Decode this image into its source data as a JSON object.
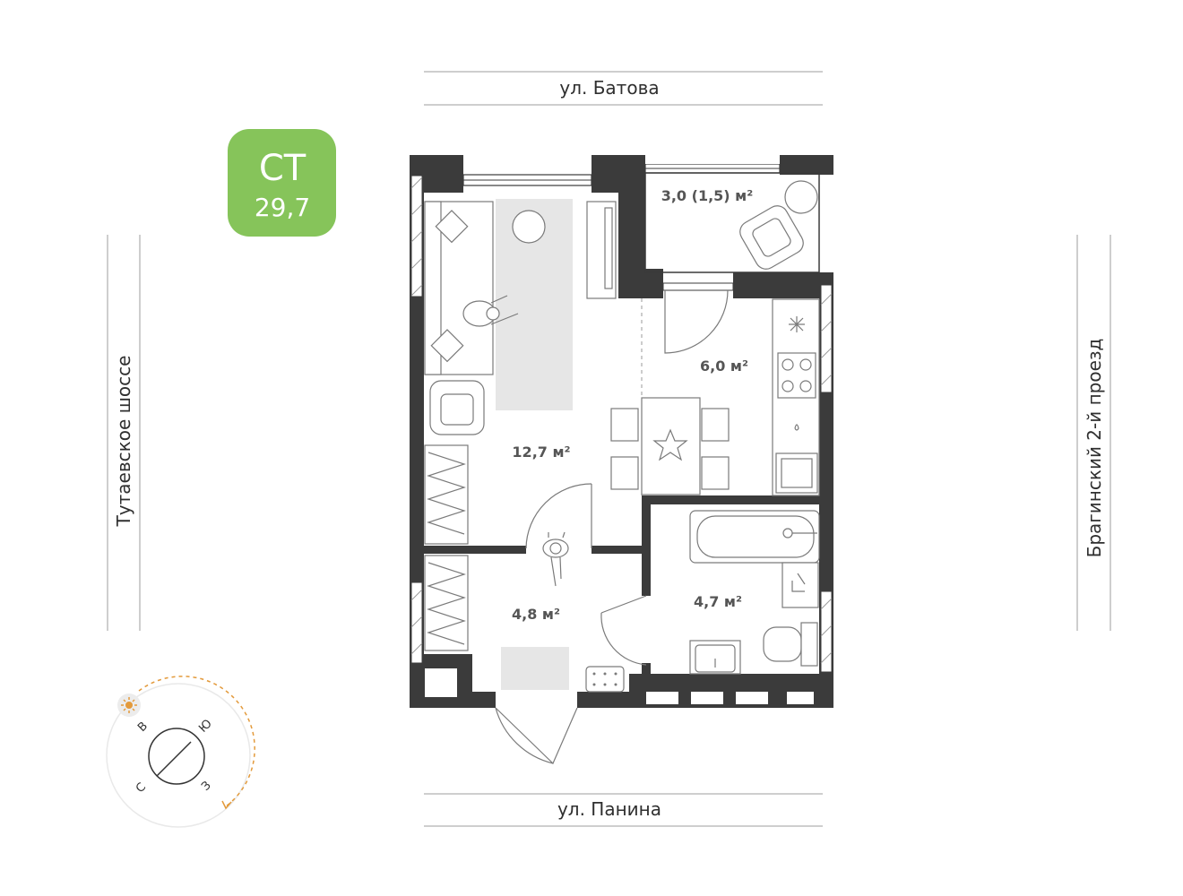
{
  "badge": {
    "type": "СТ",
    "area": "29,7",
    "color": "#86c45a"
  },
  "streets": {
    "top": "ул. Батова",
    "bottom": "ул. Панина",
    "left": "Тутаевское шоссе",
    "right": "Брагинский 2-й проезд"
  },
  "rooms": {
    "living": "12,7 м²",
    "kitchen": "6,0 м²",
    "balcony": "3,0 (1,5) м²",
    "hall": "4,8 м²",
    "bath": "4,7 м²"
  },
  "compass": {
    "n": "С",
    "e": "В",
    "s": "Ю",
    "w": "З",
    "sun_icon": "sun-icon"
  },
  "colors": {
    "wall": "#3b3b3b",
    "rug": "#e6e6e6",
    "line": "#bdbdbd",
    "sun": "#e39a3b"
  }
}
